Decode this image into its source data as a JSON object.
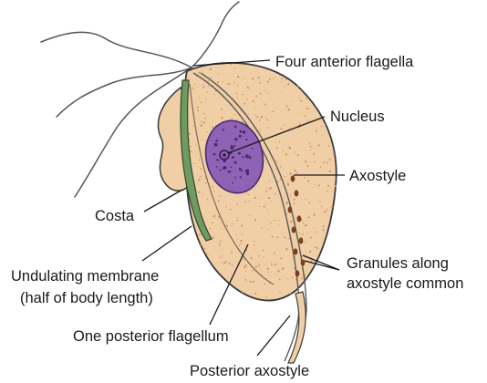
{
  "diagram": {
    "colors": {
      "body_fill": "#f1cfa6",
      "body_stroke": "#3a3a3a",
      "nucleus_fill": "#8e62b4",
      "nucleus_dot": "#4a2a70",
      "costa_fill": "#6f9a62",
      "granule_fill": "#7a3f1e",
      "stipple": "#c89668",
      "flagella": "#555555"
    },
    "labels": {
      "four_anterior_flagella": "Four anterior flagella",
      "nucleus": "Nucleus",
      "axostyle": "Axostyle",
      "costa": "Costa",
      "undulating_membrane_line1": "Undulating membrane",
      "undulating_membrane_line2": "(half of body length)",
      "granules_line1": "Granules along",
      "granules_line2": "axostyle common",
      "posterior_flagellum": "One posterior flagellum",
      "posterior_axostyle": "Posterior axostyle"
    }
  }
}
